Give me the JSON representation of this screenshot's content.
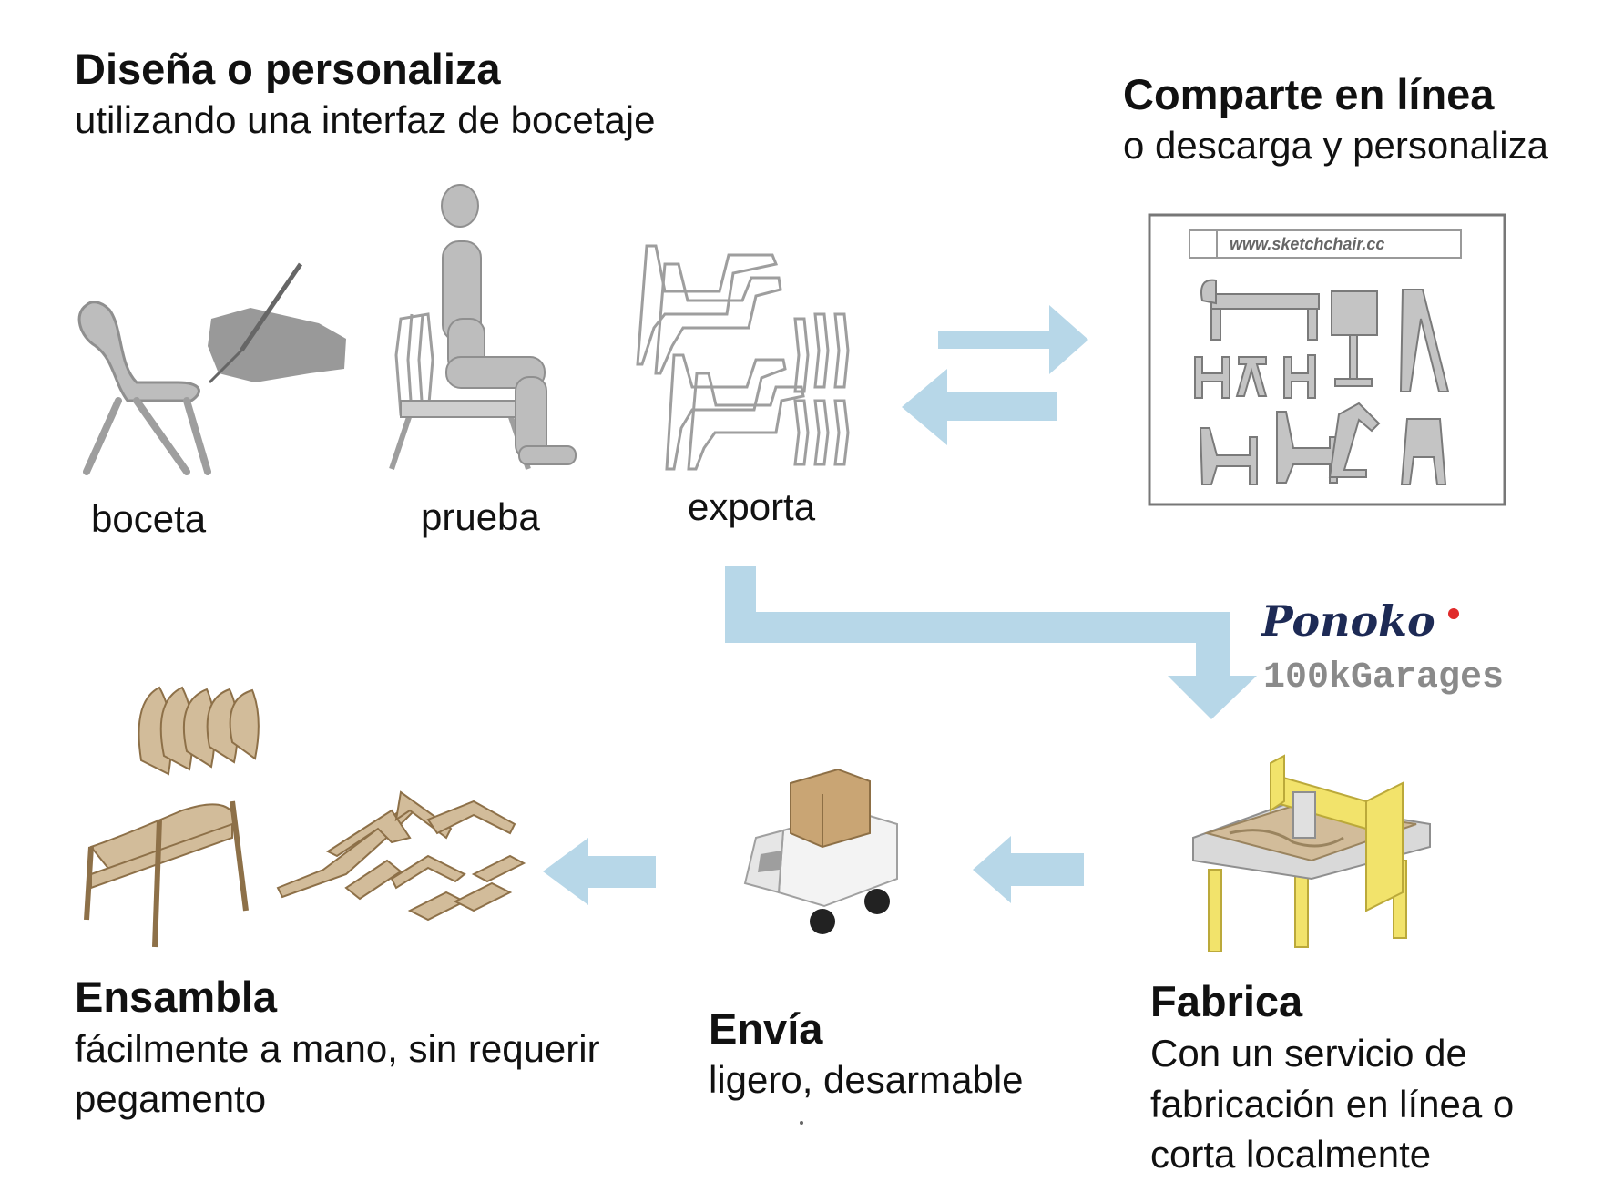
{
  "design": {
    "title": "Diseña o personaliza",
    "subtitle": "utilizando una interfaz de bocetaje"
  },
  "share": {
    "title": "Comparte en línea",
    "subtitle": "o descarga y personaliza",
    "url": "www.sketchchair.cc"
  },
  "steps": {
    "sketch": "boceta",
    "test": "prueba",
    "export": "exporta"
  },
  "services": {
    "ponoko": "Ponoko",
    "garages": "100kGarages"
  },
  "assemble": {
    "title": "Ensambla",
    "line1": "fácilmente a mano, sin requerir",
    "line2": "pegamento"
  },
  "ship": {
    "title": "Envía",
    "subtitle": "ligero, desarmable"
  },
  "fabricate": {
    "title": "Fabrica",
    "line1": "Con un servicio de",
    "line2": "fabricación en línea o",
    "line3": "corta localmente"
  },
  "colors": {
    "arrow": "#b7d7e8",
    "chair_gray": "#bdbdbd",
    "wood": "#d2bc9a",
    "machine_yellow": "#f2e36b",
    "box": "#c9a574"
  }
}
